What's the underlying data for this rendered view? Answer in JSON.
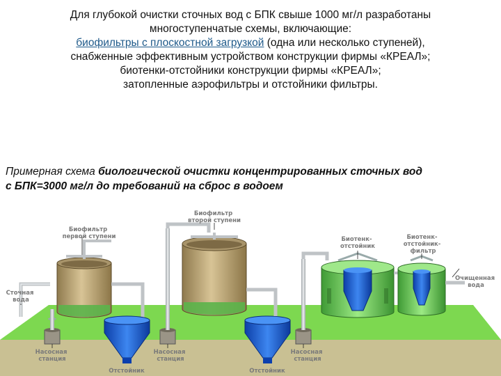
{
  "intro": {
    "line1": "Для глубокой очистки сточных вод с БПК свыше 1000 мг/л разработаны",
    "line2": "многоступенчатые схемы, включающие:",
    "line3_link": "биофильтры с плоскостной загрузкой",
    "line3_rest": " (одна или несколько ступеней),",
    "line4": "снабженные эффективным устройством конструкции фирмы «КРЕАЛ»;",
    "line5": "биотенки-отстойники конструкции фирмы «КРЕАЛ»;",
    "line6": "затопленные аэрофильтры и отстойники фильтры."
  },
  "caption": {
    "lead": "Примерная схема ",
    "bold1": "биологической очистки концентрированных сточных вод",
    "line2": "с БПК=3000 мг/л до требований на сброс в водоем"
  },
  "labels": {
    "wastewater": [
      "Сточная",
      "вода"
    ],
    "biofilter1": [
      "Биофильтр",
      "первой ступени"
    ],
    "biofilter2": [
      "Биофильтр",
      "второй ступени"
    ],
    "biotank": [
      "Биотенк-",
      "отстойник"
    ],
    "biotank_filter": [
      "Биотенк-",
      "отстойник-",
      "фильтр"
    ],
    "treated": [
      "Очищенная",
      "вода"
    ],
    "pump1": [
      "Насосная",
      "станция"
    ],
    "pump2": [
      "Насосная",
      "станция"
    ],
    "pump3": [
      "Насосная",
      "станция"
    ],
    "settler1": "Отстойник",
    "settler2": "Отстойник"
  },
  "colors": {
    "ground": "#7dd850",
    "soil": "#c9c093",
    "pipe": "#bfc3c6",
    "tank_body": "#c8b07c",
    "biotank": "#7ed86a",
    "settler": "#1f5fd6"
  }
}
